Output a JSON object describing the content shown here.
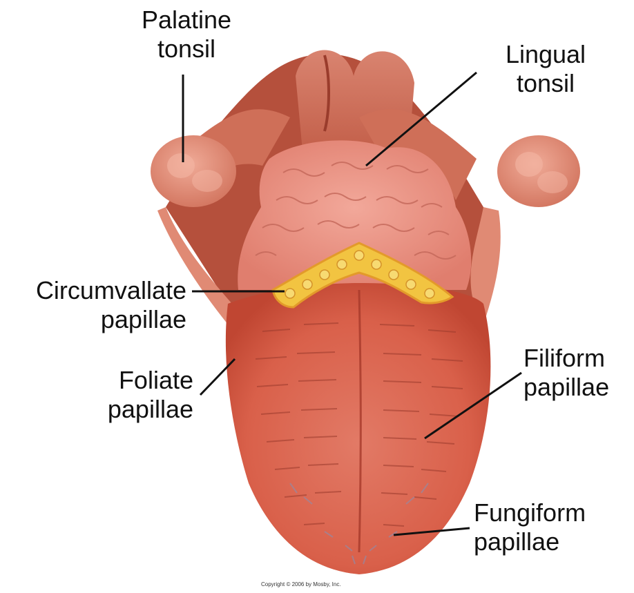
{
  "labels": {
    "palatine_tonsil": {
      "line1": "Palatine",
      "line2": "tonsil"
    },
    "lingual_tonsil": {
      "line1": "Lingual",
      "line2": "tonsil"
    },
    "circumvallate_papillae": {
      "line1": "Circumvallate",
      "line2": "papillae"
    },
    "foliate_papillae": {
      "line1": "Foliate",
      "line2": "papillae"
    },
    "filiform_papillae": {
      "line1": "Filiform",
      "line2": "papillae"
    },
    "fungiform_papillae": {
      "line1": "Fungiform",
      "line2": "papillae"
    }
  },
  "copyright": "Copyright © 2006 by Mosby, Inc.",
  "colors": {
    "tongue_body": "#d9604a",
    "tongue_edge": "#c24a36",
    "throat": "#c96650",
    "tonsil": "#e08d78",
    "lingual_tonsil": "#e68c7e",
    "circumvallate": "#f2c441",
    "leader_line": "#111111"
  }
}
